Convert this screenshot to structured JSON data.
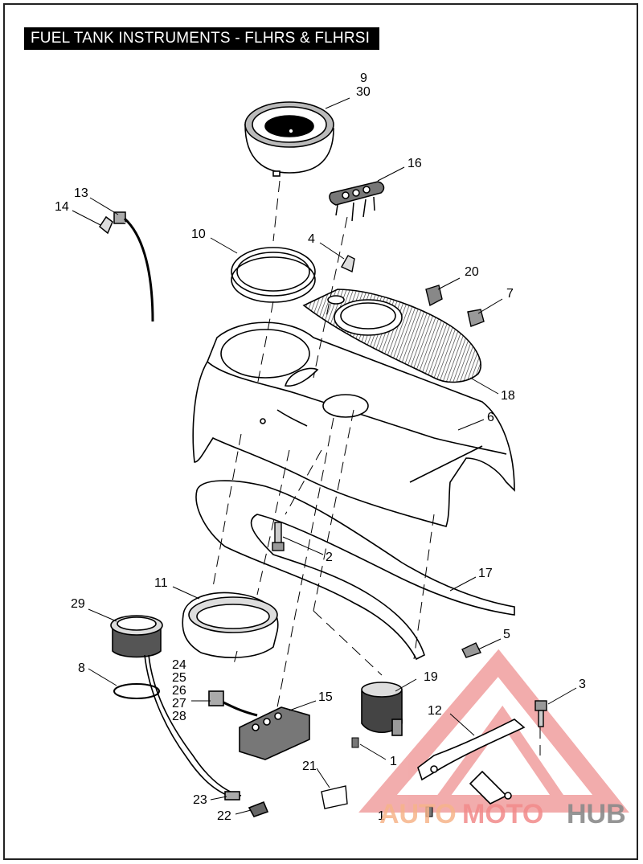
{
  "title": "FUEL TANK INSTRUMENTS - FLHRS & FLHRSI",
  "callouts": {
    "c9": "9",
    "c30": "30",
    "c16": "16",
    "c13": "13",
    "c14": "14",
    "c10": "10",
    "c4": "4",
    "c20": "20",
    "c7": "7",
    "c18": "18",
    "c6": "6",
    "c2": "2",
    "c17": "17",
    "c11": "11",
    "c29": "29",
    "c5": "5",
    "c8": "8",
    "c24": "24",
    "c25": "25",
    "c26": "26",
    "c27": "27",
    "c28": "28",
    "c15": "15",
    "c19": "19",
    "c3": "3",
    "c12": "12",
    "c1a": "1",
    "c21": "21",
    "c23": "23",
    "c22": "22",
    "c1b": "1"
  },
  "watermark": {
    "part1": "AUTO",
    "part2": "MOTO",
    "part3": "HUB",
    "color1": "#f6b48a",
    "color2": "#f28a8a",
    "color3": "#8a8a8a"
  },
  "colors": {
    "line": "#000000",
    "shade": "#b8b8b8",
    "background": "#ffffff"
  }
}
